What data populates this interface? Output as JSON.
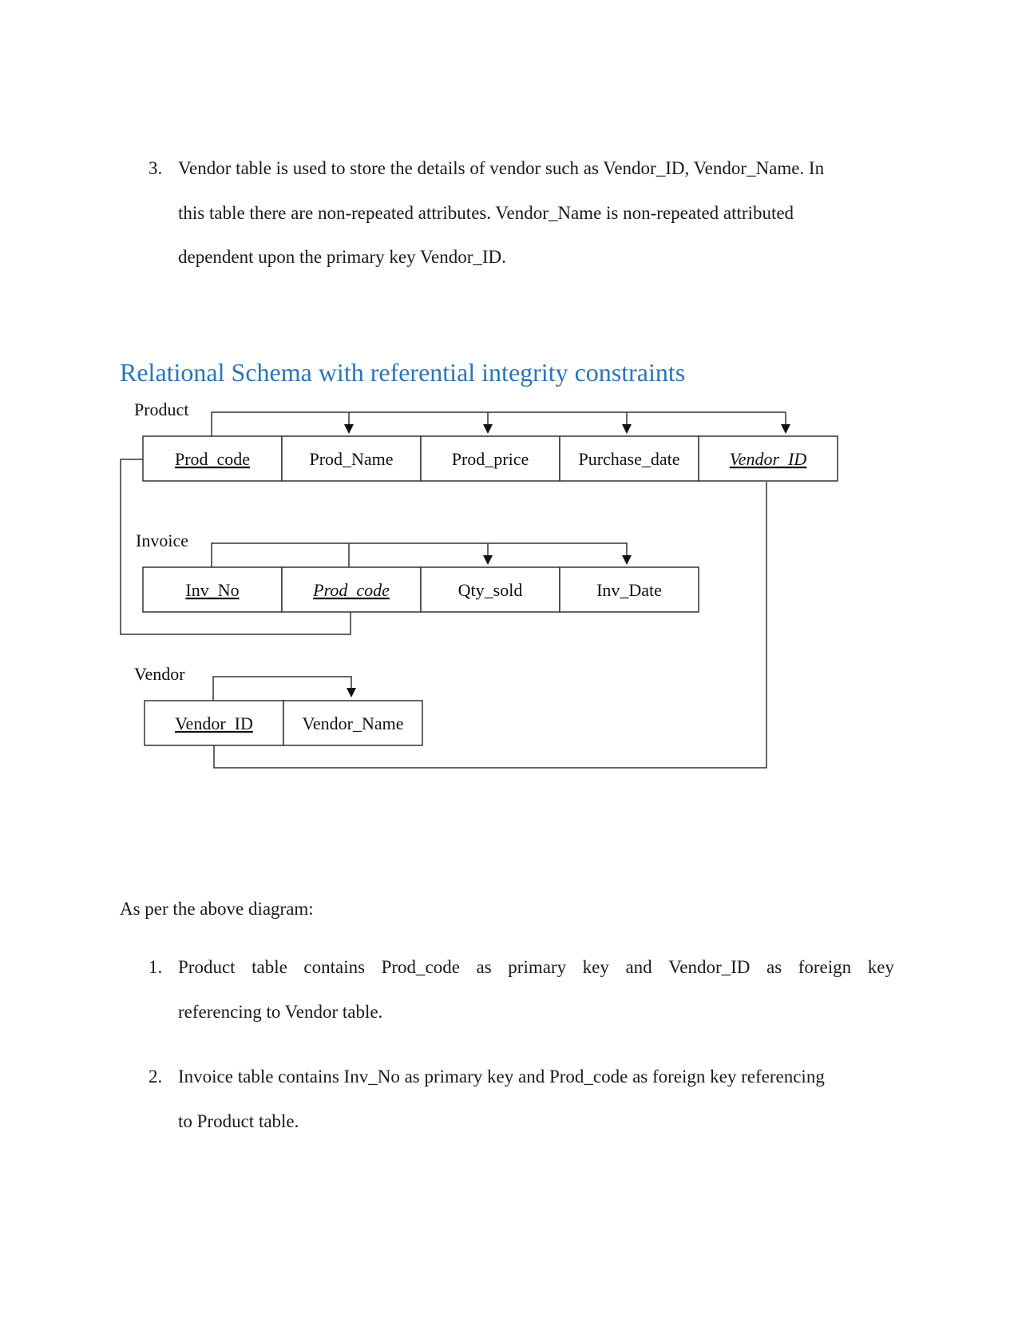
{
  "intro_item": {
    "number": "3.",
    "lines": [
      "Vendor table is used to store the details of vendor such as Vendor_ID, Vendor_Name. In",
      "this table there are non-repeated attributes. Vendor_Name is non-repeated attributed",
      "dependent upon the primary key Vendor_ID."
    ]
  },
  "section_heading": "Relational Schema with referential integrity constraints",
  "colors": {
    "heading": "#2e74b5",
    "text": "#1a1a1a",
    "diagram_lines": "#333333"
  },
  "diagram": {
    "product": {
      "label": "Product",
      "fields": [
        "Prod_code",
        "Prod_Name",
        "Prod_price",
        "Purchase_date",
        "Vendor_ID"
      ]
    },
    "invoice": {
      "label": "Invoice",
      "fields": [
        "Inv_No",
        "Prod_code",
        "Qty_sold",
        "Inv_Date"
      ]
    },
    "vendor": {
      "label": "Vendor",
      "fields": [
        "Vendor_ID",
        "Vendor_Name"
      ]
    }
  },
  "summary_intro": "As per the above diagram:",
  "summary_items": [
    {
      "number": "1.",
      "line1_words": [
        "Product",
        "table",
        "contains",
        "Prod_code",
        "as",
        "primary",
        "key",
        "and",
        "Vendor_ID",
        "as",
        "foreign",
        "key"
      ],
      "line2": "referencing to Vendor table."
    },
    {
      "number": "2.",
      "line1": "Invoice table contains Inv_No as primary key and Prod_code as foreign key referencing",
      "line2": "to Product table."
    }
  ]
}
